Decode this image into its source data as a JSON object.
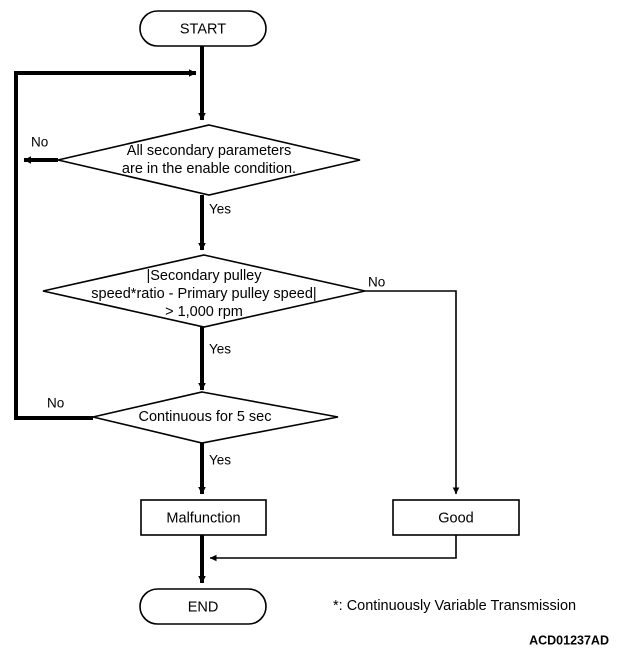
{
  "diagram": {
    "title_code": "ACD01237AD",
    "footnote": "*: Continuously Variable Transmission",
    "colors": {
      "line": "#000000",
      "fill": "#ffffff",
      "text": "#000000"
    },
    "nodes": {
      "start": {
        "label": "START",
        "type": "terminal"
      },
      "decision_params": {
        "type": "decision",
        "line1": "All secondary parameters",
        "line2": "are in the enable condition."
      },
      "decision_speed": {
        "type": "decision",
        "line1": "|Secondary pulley",
        "line2": "speed*ratio - Primary pulley speed|",
        "line3": "> 1,000 rpm"
      },
      "decision_continuous": {
        "type": "decision",
        "line1": "Continuous for 5 sec"
      },
      "malfunction": {
        "label": "Malfunction",
        "type": "process"
      },
      "good": {
        "label": "Good",
        "type": "process"
      },
      "end": {
        "label": "END",
        "type": "terminal"
      }
    },
    "edge_labels": {
      "params_no": "No",
      "params_yes": "Yes",
      "speed_no": "No",
      "speed_yes": "Yes",
      "continuous_no": "No",
      "continuous_yes": "Yes"
    }
  }
}
